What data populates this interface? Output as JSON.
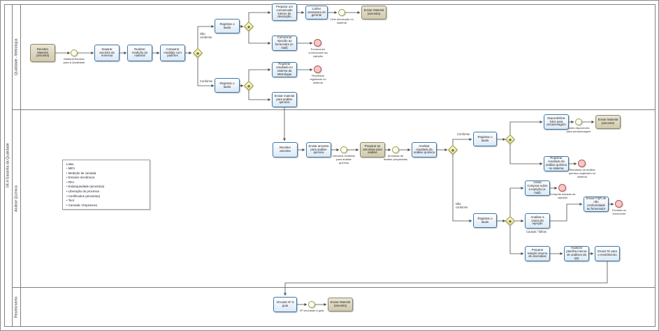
{
  "pool": {
    "label": "04.4 Garantia da Qualidade"
  },
  "lanes": [
    {
      "label": "Qualidade - Metrologia"
    },
    {
      "label": "Análise Química"
    },
    {
      "label": "Recebimento"
    }
  ],
  "labels": {
    "conforme": "Conforme",
    "nao_conforme": "Não conforme"
  },
  "nodes": {
    "start_material": "Receber Material (amostra)",
    "ev_liberado": "Material liberado para a Qualidade",
    "t_separar": "Separar amostra da remessa",
    "t_medicao": "Realizar medição do material",
    "t_comparar": "Comparar medidas com padrões",
    "t_laudo": "Registrar o laudo",
    "t_comunicado": "Preparar um comunicado interno de devolução",
    "t_assinatura": "Colher assinatura do gerente",
    "ev_devolucao": "Criar devolução no sistema",
    "end_material": "Enviar Material (amostra)",
    "t_comunicar": "Comunicar rejeição ao fornecedor (e-mail)",
    "ev_fornecedor": "Fornecedor comunicado da rejeição",
    "t_registrar_met": "Registrar resultado no sistema da Metrologia",
    "ev_registrado": "Resultado registrado no sistema",
    "t_enviar_quimica": "Enviar material para análise química",
    "t_receber_amostra": "Receber amostra",
    "t_enviar_amostra": "Enviar amostra para análise química",
    "ev_amostra_recebida": "Amostra recebida para análise química",
    "t_preparar_amostras": "Preparar as amostras para análise",
    "ev_amostras_preparadas": "Amostras de análise preparadas",
    "t_analisar_resultado": "Analisar resultado da análise química",
    "t_disponibilizar": "Disponibilizar lotes para armazenagem",
    "ev_lotes": "Lotes disponíveis para armazenagem",
    "t_registrar_quimica": "Registrar resultado da análise química no sistema",
    "ev_registrado_quimica": "Resultado da análise química registrado no sistema",
    "t_avisar_compras": "Avisar Compras sobre a rejeição (e-mail)",
    "ev_compras": "Compras avisada da rejeição",
    "t_analisar_causa": "Analisar a causa da rejeição",
    "note_causas": "Causas / falhas",
    "t_enviar_fqr": "Enviar FQR de não conformidade ao fornecedor",
    "ev_fqr": "Enviada ao fornecedor",
    "t_anomalias": "Preparar relação interna de anomalias",
    "t_planilha": "Atualizar planilha interna de análises da QQ",
    "t_enviar_numero": "Enviar Nº para o recebimento",
    "t_vincular": "Vincular Nº à guia",
    "ev_numero": "Nº vinculado à guia"
  },
  "legend": {
    "title": "Lista:",
    "items": [
      "MEV",
      "Medição de camada",
      "Ensaios mecânicos",
      "RFA",
      "Estanqueidade (amostras)",
      "Liberação do processo",
      "Certificados (amostras)",
      "Teor",
      "Camada / Espessura"
    ]
  },
  "colors": {
    "task_border": "#3c78aa",
    "gateway_fill": "#f0ecb0",
    "end_event": "#b85450",
    "beige_fill": "#ddd6bc"
  }
}
